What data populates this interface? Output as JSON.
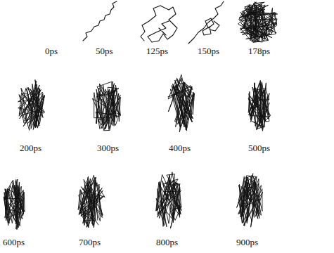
{
  "diagram": {
    "labels": [
      "0ps",
      "50ps",
      "125ps",
      "150ps",
      "178ps",
      "200ps",
      "300ps",
      "400ps",
      "500ps",
      "600ps",
      "700ps",
      "800ps",
      "900ps"
    ]
  }
}
